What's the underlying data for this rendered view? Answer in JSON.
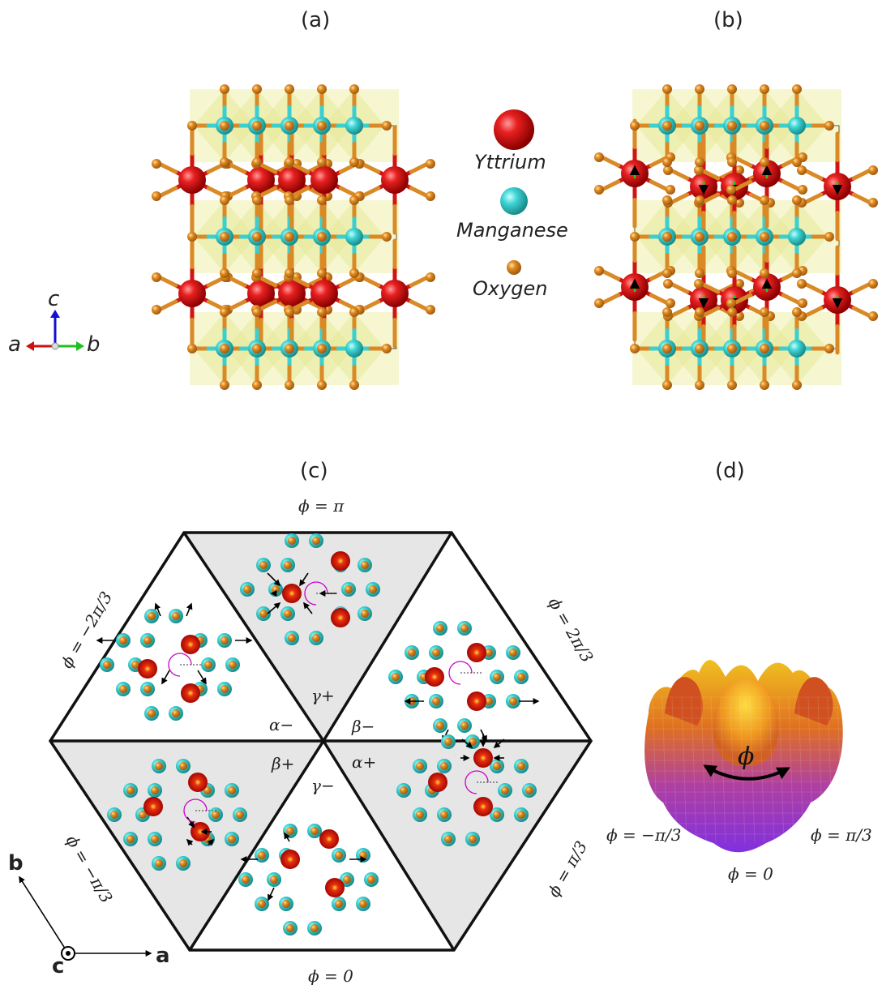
{
  "panels": {
    "a": "(a)",
    "b": "(b)",
    "c": "(c)",
    "d": "(d)"
  },
  "legend": {
    "yttrium": "Yttrium",
    "manganese": "Manganese",
    "oxygen": "Oxygen"
  },
  "axes_ab": {
    "c": "c",
    "a": "a",
    "b": "b"
  },
  "axes_c": {
    "b": "b",
    "c": "c",
    "a": "a"
  },
  "hexagon": {
    "top": "ϕ = π",
    "bottom": "ϕ = 0",
    "upper_left": "ϕ = −2π/3",
    "upper_right": "ϕ = 2π/3",
    "lower_left": "ϕ = −π/3",
    "lower_right": "ϕ = π/3",
    "domains": {
      "alpha_minus": "α−",
      "beta_minus": "β−",
      "gamma_plus": "γ+",
      "beta_plus": "β+",
      "alpha_plus": "α+",
      "gamma_minus": "γ−"
    },
    "phi": "ϕ"
  },
  "surface": {
    "phi": "ϕ",
    "left": "ϕ = −π/3",
    "right": "ϕ = π/3",
    "bottom": "ϕ = 0"
  },
  "colors": {
    "yttrium": "#d01414",
    "manganese": "#3ccfcf",
    "oxygen": "#d98a26",
    "polyhedra": "#eef0b8",
    "domain_fill": "#e6e6e6",
    "displacement": "#22cc22"
  }
}
